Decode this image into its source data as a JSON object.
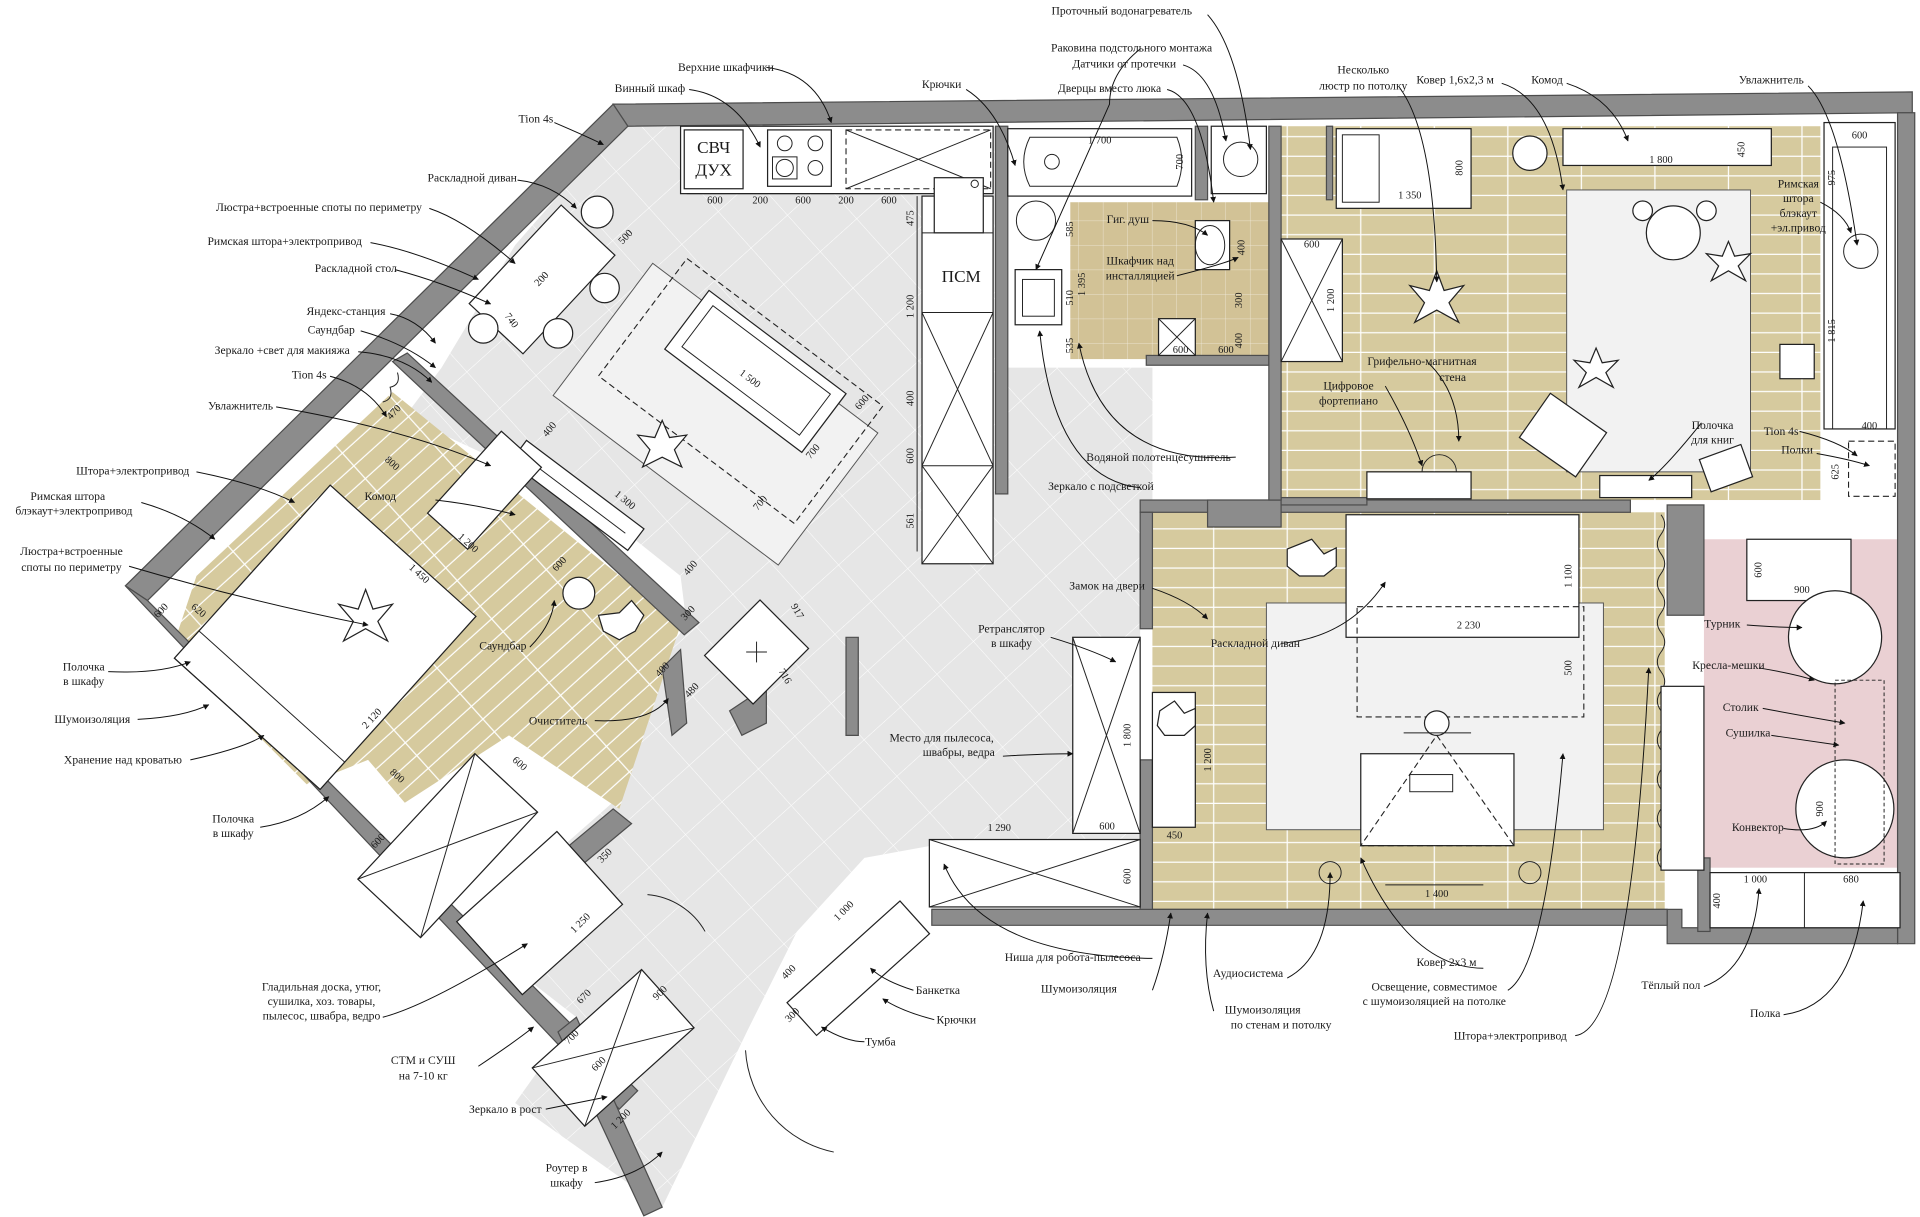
{
  "appliances": {
    "microwave": [
      "СВЧ",
      "ДУХ"
    ],
    "washer": "ПСМ"
  },
  "labels": {
    "water_heater": "Проточный водонагреватель",
    "undermount_sink": "Раковина подстольного монтажа",
    "leak_sensors": "Датчики от протечки",
    "doors_hatch": "Дверцы вместо люка",
    "upper_cabinets": "Верхние шкафчики",
    "wine_cabinet": "Винный шкаф",
    "hooks_top": "Крючки",
    "chandeliers_ceiling": [
      "Несколько",
      "люстр по потолку"
    ],
    "rug_top": "Ковер 1,6х2,3 м",
    "dresser_top": "Комод",
    "humidifier_top": "Увлажнитель",
    "tion_4s_top": "Tion 4s",
    "sofa_bed_dining": "Раскладной диван",
    "chandelier_spots_1": "Люстра+встроенные споты по периметру",
    "roman_blind_motor": "Римская штора+электропривод",
    "folding_table": "Раскладной стол",
    "yandex_station": "Яндекс-станция",
    "soundbar_top": "Саундбар",
    "mirror_makeup": "Зеркало +свет для макияжа",
    "tion_4s_left": "Tion 4s",
    "humidifier_left": "Увлажнитель",
    "curtain_motor": "Штора+электропривод",
    "roman_blind_blackout": [
      "Римская штора",
      "блэкаут+электропривод"
    ],
    "chandelier_spots_2": [
      "Люстра+встроенные",
      "споты по периметру"
    ],
    "shelf_in_wardrobe_1": [
      "Полочка",
      "в шкафу"
    ],
    "noise_insulation_left": "Шумоизоляция",
    "storage_over_bed": "Хранение над кроватью",
    "shelf_in_wardrobe_2": [
      "Полочка",
      "в шкафу"
    ],
    "dresser_bedroom": "Комод",
    "soundbar_bedroom": "Саундбар",
    "air_purifier": "Очиститель",
    "hygienic_shower": "Гиг. душ",
    "cabinet_over_installation": [
      "Шкафчик над",
      "инсталляцией"
    ],
    "water_towel_rail": "Водяной полотенцесушитель",
    "backlit_mirror": "Зеркало с подсветкой",
    "slate_magnetic_wall": [
      "Грифельно-магнитная",
      "стена"
    ],
    "digital_piano": [
      "Цифровое",
      "фортепиано"
    ],
    "bookshelf": [
      "Полочка",
      "для книг"
    ],
    "roman_blind_blackout_right": [
      "Римская",
      "штора",
      "блэкаут",
      "+эл.привод"
    ],
    "tion_4s_right": "Tion 4s",
    "shelves_right": "Полки",
    "door_lock": "Замок на двери",
    "wifi_repeater": [
      "Ретранслятор",
      "в шкафу"
    ],
    "sofa_bed_office": "Раскладной диван",
    "vacuum_place": [
      "Место для пылесоса,",
      "швабры, ведра"
    ],
    "pullup_bar": "Турник",
    "bean_bags": "Кресла-мешки",
    "small_table": "Столик",
    "dryer": "Сушилка",
    "convector": "Конвектор",
    "ironing": [
      "Гладильная доска, утюг,",
      "сушилка, хоз. товары,",
      "пылесос, швабра, ведро"
    ],
    "washer_dryer": [
      "СТМ и СУШ",
      "на 7-10 кг"
    ],
    "full_mirror": "Зеркало в рост",
    "router": [
      "Роутер в",
      "шкафу"
    ],
    "robot_niche": "Ниша для робота-пылесоса",
    "noise_insulation_bottom": "Шумоизоляция",
    "noise_walls_ceiling": [
      "Шумоизоляция",
      "по стенам и потолку"
    ],
    "audio_system": "Аудиосистема",
    "rug_2x3": "Ковер 2х3 м",
    "lighting_compatible": [
      "Освещение, совместимое",
      "с шумоизоляцией на потолке"
    ],
    "curtain_motor_bottom": "Штора+электропривод",
    "bench": "Банкетка",
    "hooks_bottom": "Крючки",
    "nightstand": "Тумба",
    "warm_floor": "Тёплый пол",
    "shelf_bottom": "Полка"
  },
  "dims": {
    "k1": "600",
    "k2": "200",
    "k3": "600",
    "k4": "200",
    "k5": "600",
    "k6": "600",
    "v475": "475",
    "v1200a": "1 200",
    "v400": "400",
    "v600": "600",
    "v561": "561",
    "bath": "1 700",
    "bath_h": "700",
    "d585": "585",
    "d510": "510",
    "d1395": "1 395",
    "d535": "535",
    "d400a": "400",
    "d600a": "600",
    "d300": "300",
    "d400b": "400",
    "d600b": "600",
    "wr600": "600",
    "wr1200": "1 200",
    "kids_1350": "1 350",
    "kids_800": "800",
    "kids_1800": "1 800",
    "kids_450": "450",
    "kids_600": "600",
    "kids_975": "975",
    "kids_1815": "1 815",
    "kids_400": "400",
    "kids_625": "625",
    "o_1100": "1 100",
    "o_2230": "2 230",
    "o_500": "500",
    "o_1200": "1 200",
    "o_1800": "1 800",
    "o_450": "450",
    "o_1400": "1 400",
    "o_1290": "1 290",
    "o_600a": "600",
    "o_600b": "600",
    "b_600": "600",
    "b_900": "900",
    "b_900v": "900",
    "b_1000": "1 000",
    "b_680": "680",
    "b_400": "400",
    "h_917": "917",
    "h_716": "716",
    "l_1500": "1 500",
    "l_600": "600",
    "l_700": "700",
    "l_400": "400",
    "l_700b": "700",
    "l_1300": "1 300",
    "l_400b": "400",
    "dt_500": "500",
    "dt_200": "200",
    "dt_740": "740",
    "br_470": "470",
    "br_800": "800",
    "br_1200": "1 200",
    "br_1450": "1 450",
    "br_600": "600",
    "br_400": "400",
    "br_300": "300",
    "br_2120": "2 120",
    "br_600b": "600",
    "br_620": "620",
    "br_800b": "800",
    "br_600c": "600",
    "br_600d": "600",
    "br_400c": "400",
    "br_480": "480",
    "e_350": "350",
    "e_1250": "1 250",
    "e_670": "670",
    "e_900": "900",
    "e_700": "700",
    "e_600": "600",
    "e_1200": "1 200",
    "e_1000": "1 000",
    "e_400": "400",
    "e_300": "300"
  }
}
